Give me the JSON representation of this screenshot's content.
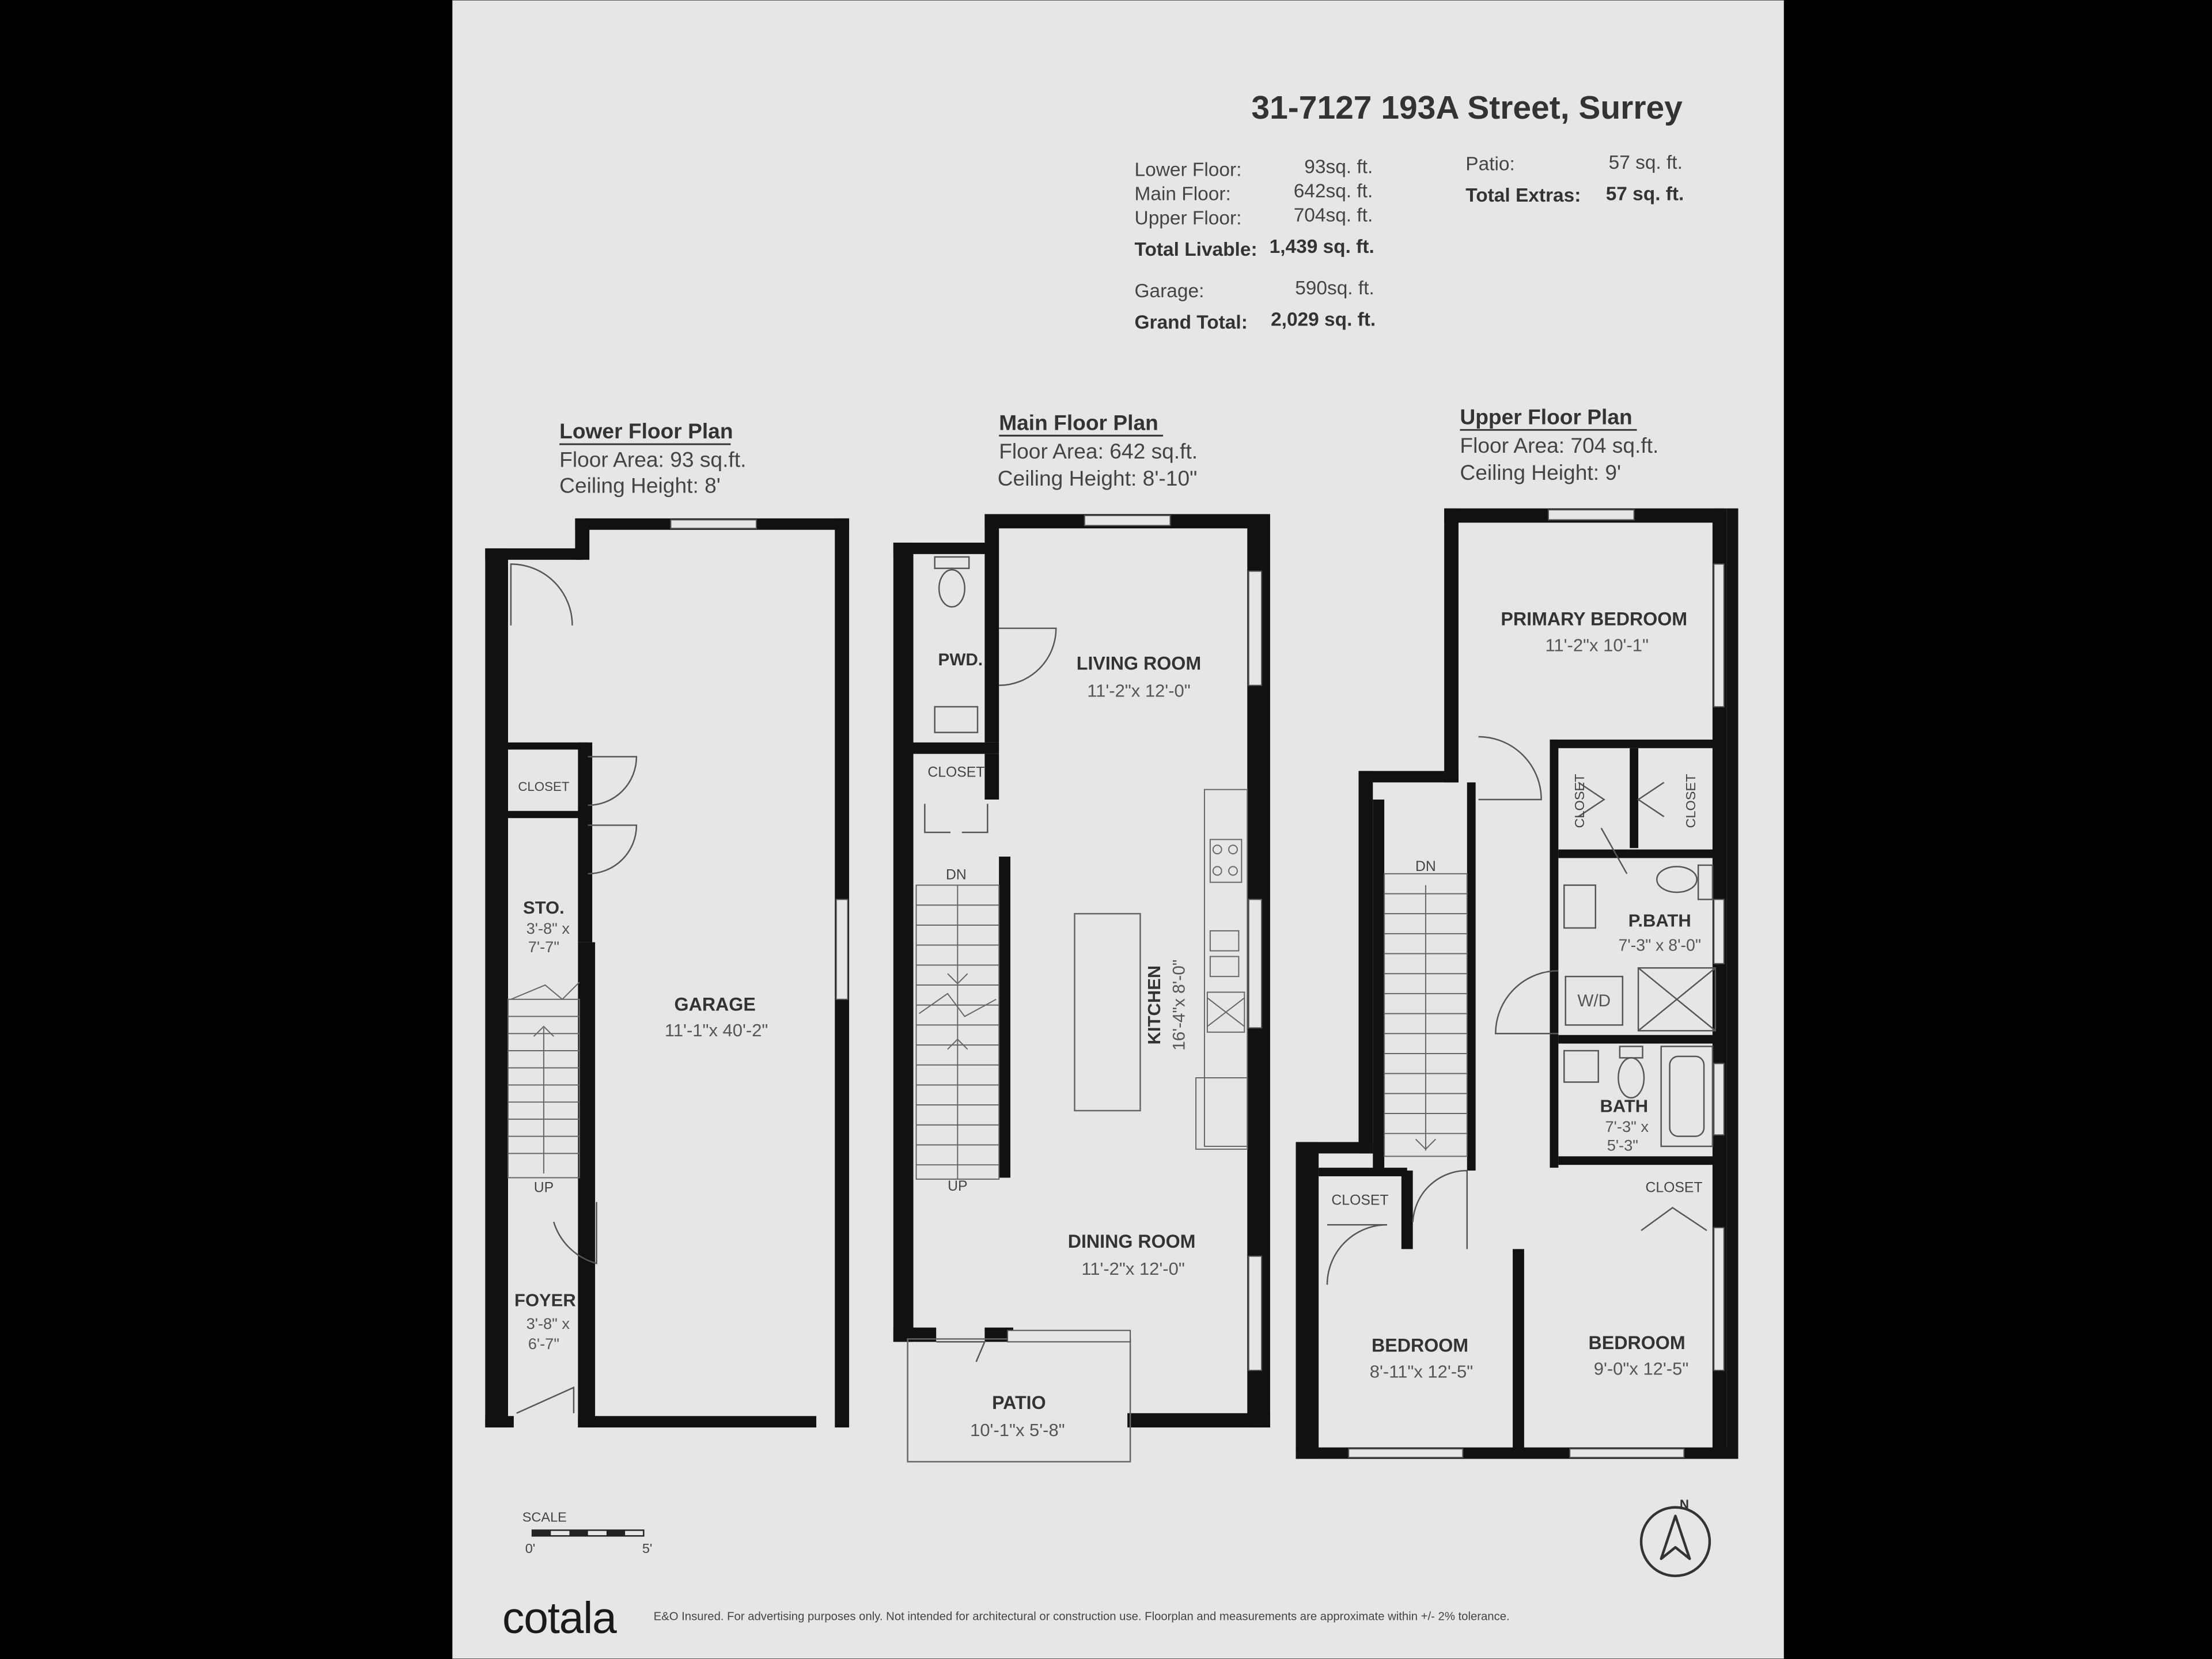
{
  "header": {
    "address": "31-7127 193A Street, Surrey",
    "areas": [
      {
        "label": "Lower Floor:",
        "value": "93sq. ft."
      },
      {
        "label": "Main Floor:",
        "value": "642sq. ft."
      },
      {
        "label": "Upper Floor:",
        "value": "704sq. ft."
      }
    ],
    "total_livable": {
      "label": "Total Livable:",
      "value": "1,439 sq. ft."
    },
    "garage": {
      "label": "Garage:",
      "value": "590sq. ft."
    },
    "grand_total": {
      "label": "Grand Total:",
      "value": "2,029 sq. ft."
    },
    "patio": {
      "label": "Patio:",
      "value": "57 sq. ft."
    },
    "total_extras": {
      "label": "Total Extras:",
      "value": "57 sq. ft."
    }
  },
  "plans": {
    "lower": {
      "title": "Lower Floor Plan",
      "area": "Floor Area: 93 sq.ft.",
      "ceiling": "Ceiling Height: 8'"
    },
    "main": {
      "title": "Main Floor Plan",
      "area": "Floor Area: 642 sq.ft.",
      "ceiling": "Ceiling Height: 8'-10\""
    },
    "upper": {
      "title": "Upper Floor Plan",
      "area": "Floor Area: 704 sq.ft.",
      "ceiling": "Ceiling Height: 9'"
    }
  },
  "rooms": {
    "closet_lower": "CLOSET",
    "sto": {
      "name": "STO.",
      "dim1": "3'-8\" x",
      "dim2": "7'-7\""
    },
    "garage": {
      "name": "GARAGE",
      "dim": "11'-1\"x 40'-2\""
    },
    "foyer": {
      "name": "FOYER",
      "dim1": "3'-8\" x",
      "dim2": "6'-7\""
    },
    "up_lower": "UP",
    "pwd": "PWD.",
    "closet_main": "CLOSET",
    "living": {
      "name": "LIVING ROOM",
      "dim": "11'-2\"x 12'-0\""
    },
    "kitchen": {
      "name": "KITCHEN",
      "dim": "16'-4\"x 8'-0\""
    },
    "dining": {
      "name": "DINING ROOM",
      "dim": "11'-2\"x 12'-0\""
    },
    "patio": {
      "name": "PATIO",
      "dim": "10'-1\"x 5'-8\""
    },
    "dn_main": "DN",
    "up_main": "UP",
    "primary": {
      "name": "PRIMARY BEDROOM",
      "dim": "11'-2\"x 10'-1\""
    },
    "closet_up1": "CLOSET",
    "closet_up2": "CLOSET",
    "pbath": {
      "name": "P.BATH",
      "dim": "7'-3\" x 8'-0\""
    },
    "wd": "W/D",
    "bath": {
      "name": "BATH",
      "dim1": "7'-3\" x",
      "dim2": "5'-3\""
    },
    "closet_up3": "CLOSET",
    "closet_up4": "CLOSET",
    "bedroom1": {
      "name": "BEDROOM",
      "dim": "8'-11\"x 12'-5\""
    },
    "bedroom2": {
      "name": "BEDROOM",
      "dim": "9'-0\"x 12'-5\""
    },
    "dn_upper": "DN"
  },
  "scale": {
    "label": "SCALE",
    "start": "0'",
    "end": "5'"
  },
  "compass": {
    "label": "N"
  },
  "footer": {
    "logo": "cotala",
    "disclaimer": "E&O Insured. For advertising purposes only. Not intended for architectural or construction use. Floorplan and measurements are approximate within +/- 2% tolerance."
  },
  "colors": {
    "paper": "#e6e6e4",
    "wall": "#111111",
    "frame": "#000000"
  }
}
